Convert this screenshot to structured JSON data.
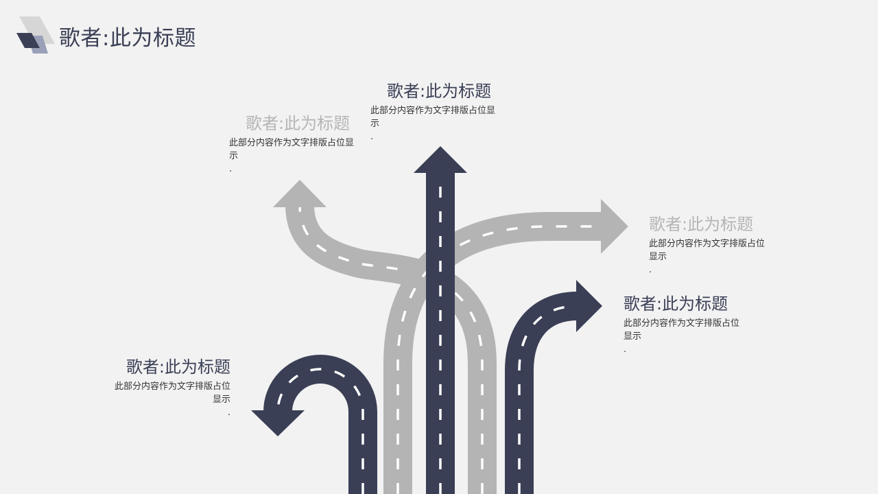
{
  "header": {
    "title": "歌者:此为标题"
  },
  "colors": {
    "dark": "#3a3f55",
    "light": "#b4b4b4",
    "dash": "#ffffff"
  },
  "blocks": [
    {
      "id": "top",
      "title": "歌者:此为标题",
      "body_line1": "此部分内容作为文字排版占位显",
      "body_line2": "示",
      "body_line3": "."
    },
    {
      "id": "upper-left",
      "title": "歌者:此为标题",
      "body_line1": "此部分内容作为文字排版占位显",
      "body_line2": "示",
      "body_line3": "."
    },
    {
      "id": "right-upper",
      "title": "歌者:此为标题",
      "body_line1": "此部分内容作为文字排版占位",
      "body_line2": "显示",
      "body_line3": "."
    },
    {
      "id": "right-lower",
      "title": "歌者:此为标题",
      "body_line1": "此部分内容作为文字排版占位",
      "body_line2": "显示",
      "body_line3": "."
    },
    {
      "id": "lower-left",
      "title": "歌者:此为标题",
      "body_line1": "此部分内容作为文字排版占位",
      "body_line2": "显示",
      "body_line3": "."
    }
  ]
}
